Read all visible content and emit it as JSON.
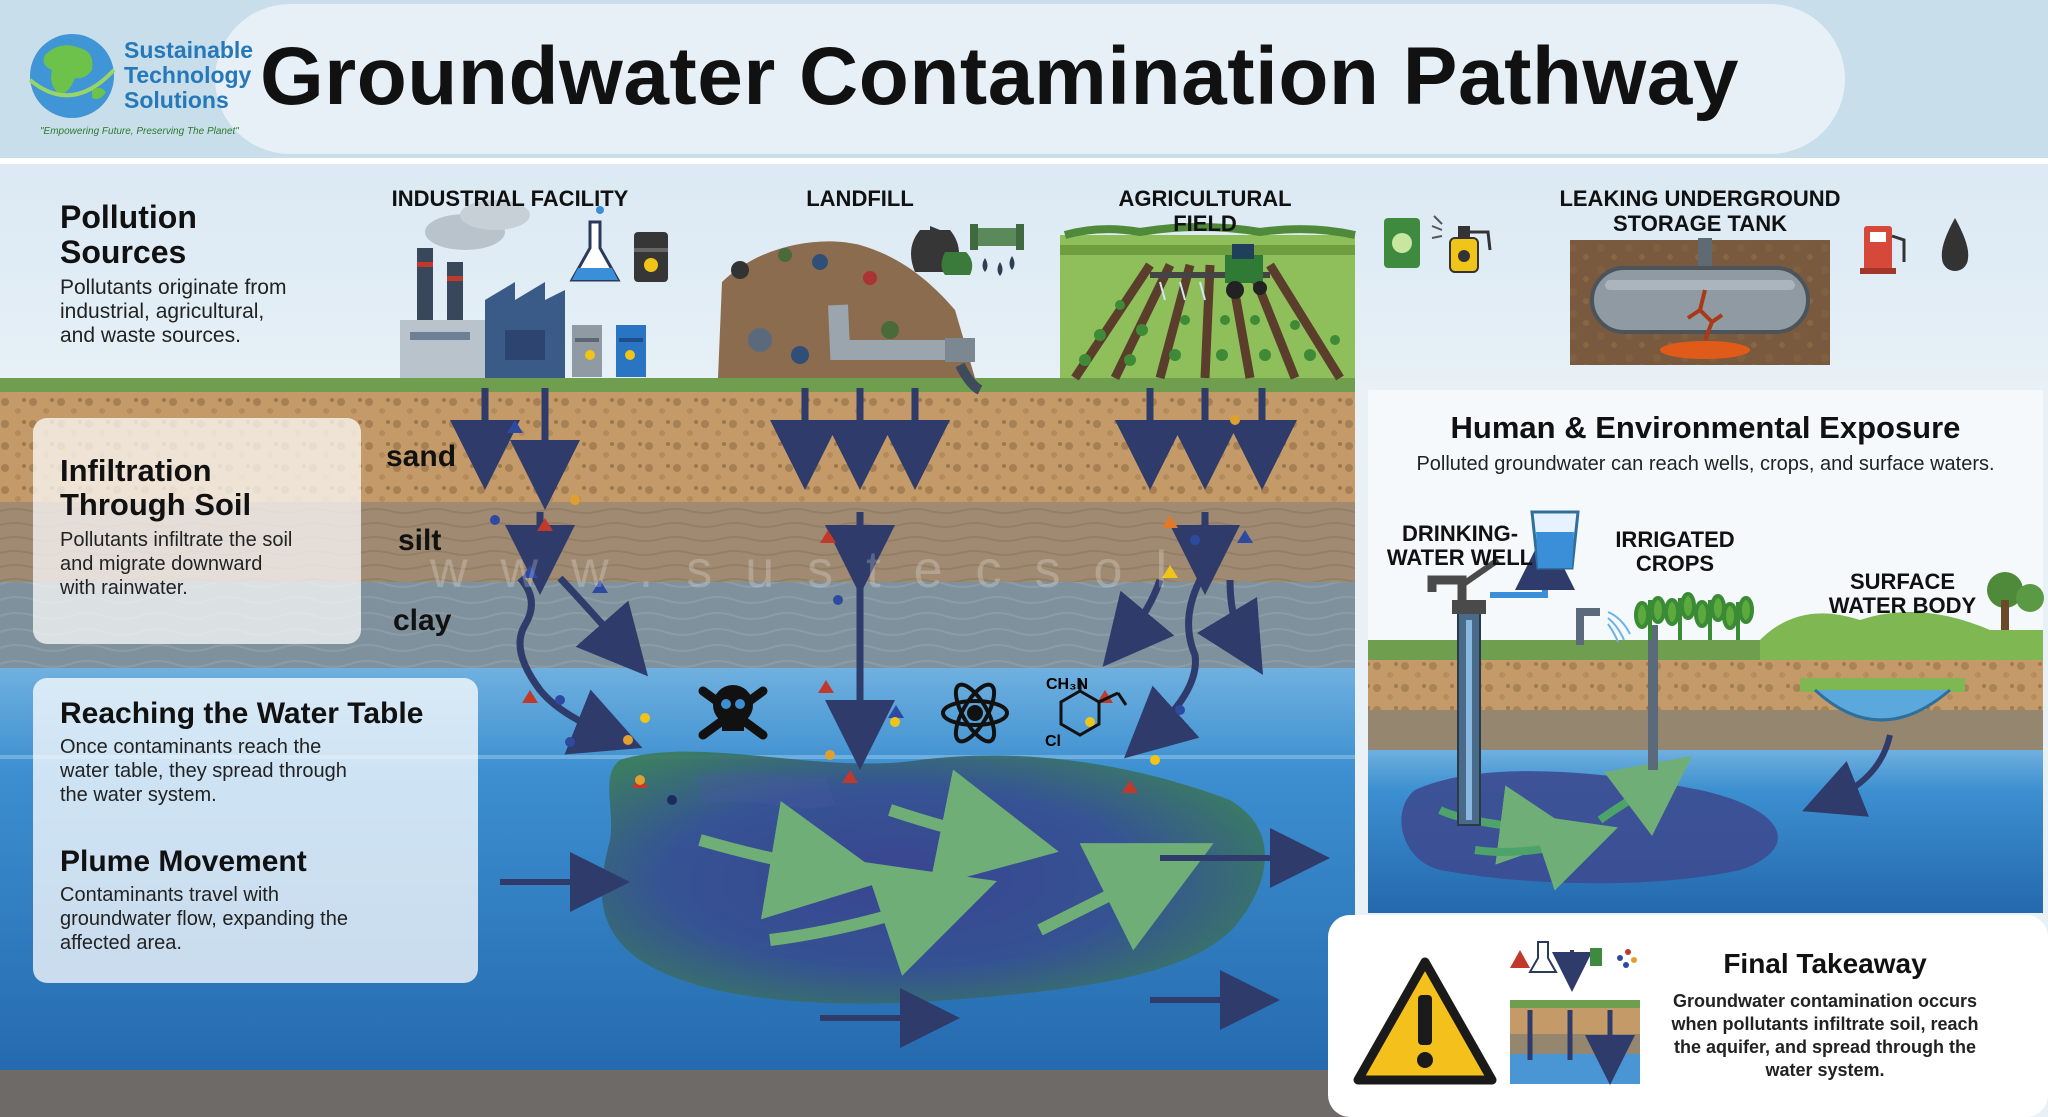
{
  "title": "Groundwater Contamination Pathway",
  "logo": {
    "line1": "Sustainable",
    "line2": "Technology",
    "line3": "Solutions",
    "tagline": "\"Empowering Future, Preserving The Planet\"",
    "icon": "globe-icon"
  },
  "pollution_sources": {
    "heading_line1": "Pollution",
    "heading_line2": "Sources",
    "body_line1": "Pollutants originate from",
    "body_line2": "industrial, agricultural,",
    "body_line3": "and waste sources."
  },
  "sources": {
    "industrial": "INDUSTRIAL FACILITY",
    "landfill": "LANDFILL",
    "agri_line1": "AGRICULTURAL",
    "agri_line2": "FIELD",
    "tank_line1": "LEAKING UNDERGROUND",
    "tank_line2": "STORAGE TANK"
  },
  "soil_layers": {
    "sand": "sand",
    "silt": "silt",
    "clay": "clay"
  },
  "infiltration": {
    "heading_line1": "Infiltration",
    "heading_line2": "Through Soil",
    "body_line1": "Pollutants infiltrate the soil",
    "body_line2": "and migrate downward",
    "body_line3": "with rainwater."
  },
  "water_table": {
    "heading": "Reaching the Water Table",
    "body_line1": "Once contaminants reach the",
    "body_line2": "water table, they spread through",
    "body_line3": "the water system."
  },
  "plume": {
    "heading": "Plume Movement",
    "body_line1": "Contaminants travel with",
    "body_line2": "groundwater flow, expanding the",
    "body_line3": "affected area."
  },
  "exposure": {
    "heading": "Human & Environmental Exposure",
    "body": "Polluted groundwater can reach wells, crops, and surface waters.",
    "well_line1": "DRINKING-",
    "well_line2": "WATER WELL",
    "crops_line1": "IRRIGATED",
    "crops_line2": "CROPS",
    "surface_line1": "SURFACE",
    "surface_line2": "WATER BODY"
  },
  "takeaway": {
    "heading": "Final Takeaway",
    "line1": "Groundwater contamination occurs",
    "line2": "when pollutants infiltrate soil, reach",
    "line3": "the aquifer, and spread through the",
    "line4": "water system."
  },
  "chemical_labels": {
    "formula_top": "CH₃N",
    "formula_side": "Cl"
  },
  "watermark": "www.sustecsol",
  "colors": {
    "arrow": "#2f3b6b",
    "sky": "#d4e6f3",
    "sand": "#bf9a6a",
    "silt": "#a38d73",
    "clay": "#7d8f99",
    "aquifer": "#2f7cc4",
    "plume": "#3b4a8e",
    "warning": "#f3c01c"
  }
}
